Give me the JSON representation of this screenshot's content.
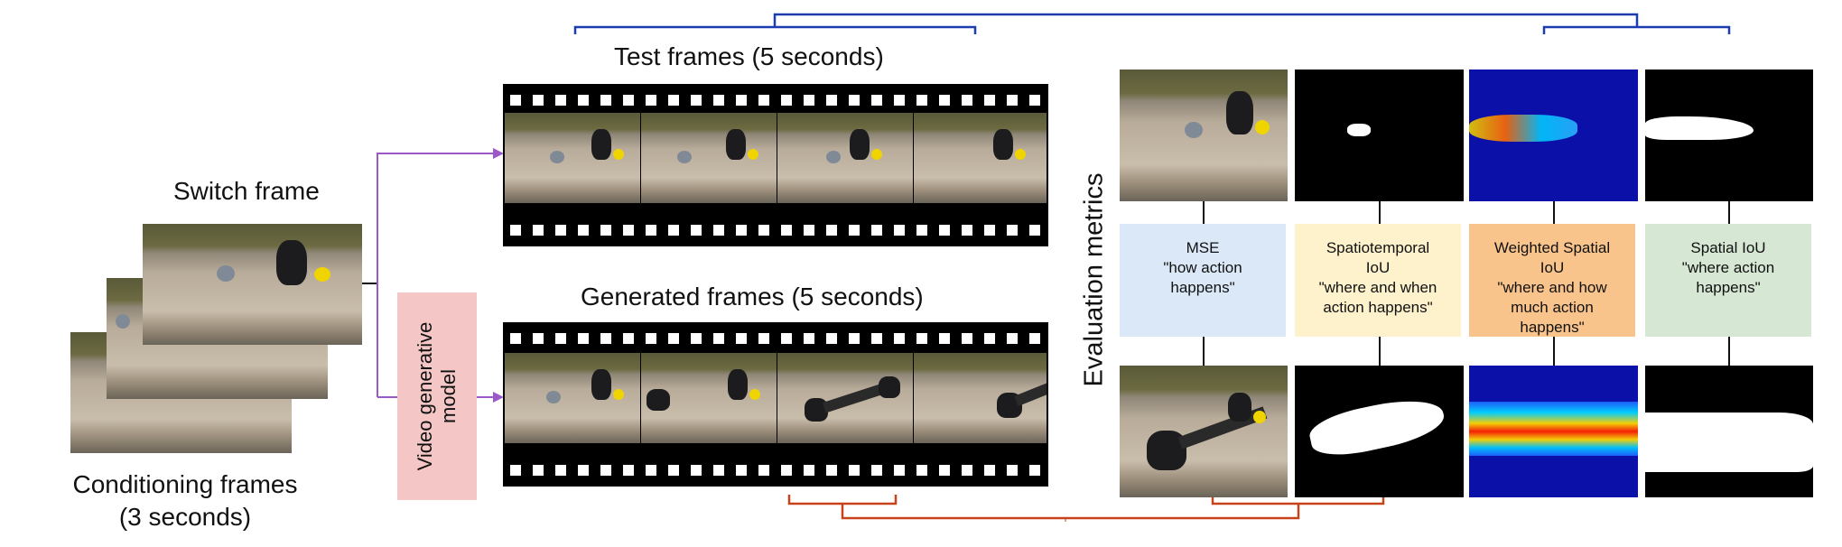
{
  "labels": {
    "switch_frame": "Switch frame",
    "conditioning_line1": "Conditioning frames",
    "conditioning_line2": "(3 seconds)",
    "test_frames": "Test frames (5 seconds)",
    "generated_frames": "Generated frames (5 seconds)",
    "video_model": "Video generative\nmodel",
    "evaluation_metrics": "Evaluation metrics"
  },
  "metrics": [
    {
      "text": "MSE\n\"how action\nhappens\"",
      "color": "#dae8f8"
    },
    {
      "text": "Spatiotemporal\nIoU\n\"where and when\naction happens\"",
      "color": "#fdf2cc"
    },
    {
      "text": "Weighted Spatial\nIoU\n\"where and how\nmuch action\nhappens\"",
      "color": "#f9c48c"
    },
    {
      "text": "Spatial IoU\n\"where action\nhappens\"",
      "color": "#d6e8d4"
    }
  ],
  "colors": {
    "blue_bracket": "#1c3db0",
    "orange_bracket": "#c8431c",
    "purple_arrow": "#9b59c8",
    "model_box": "#f4c6c6"
  }
}
